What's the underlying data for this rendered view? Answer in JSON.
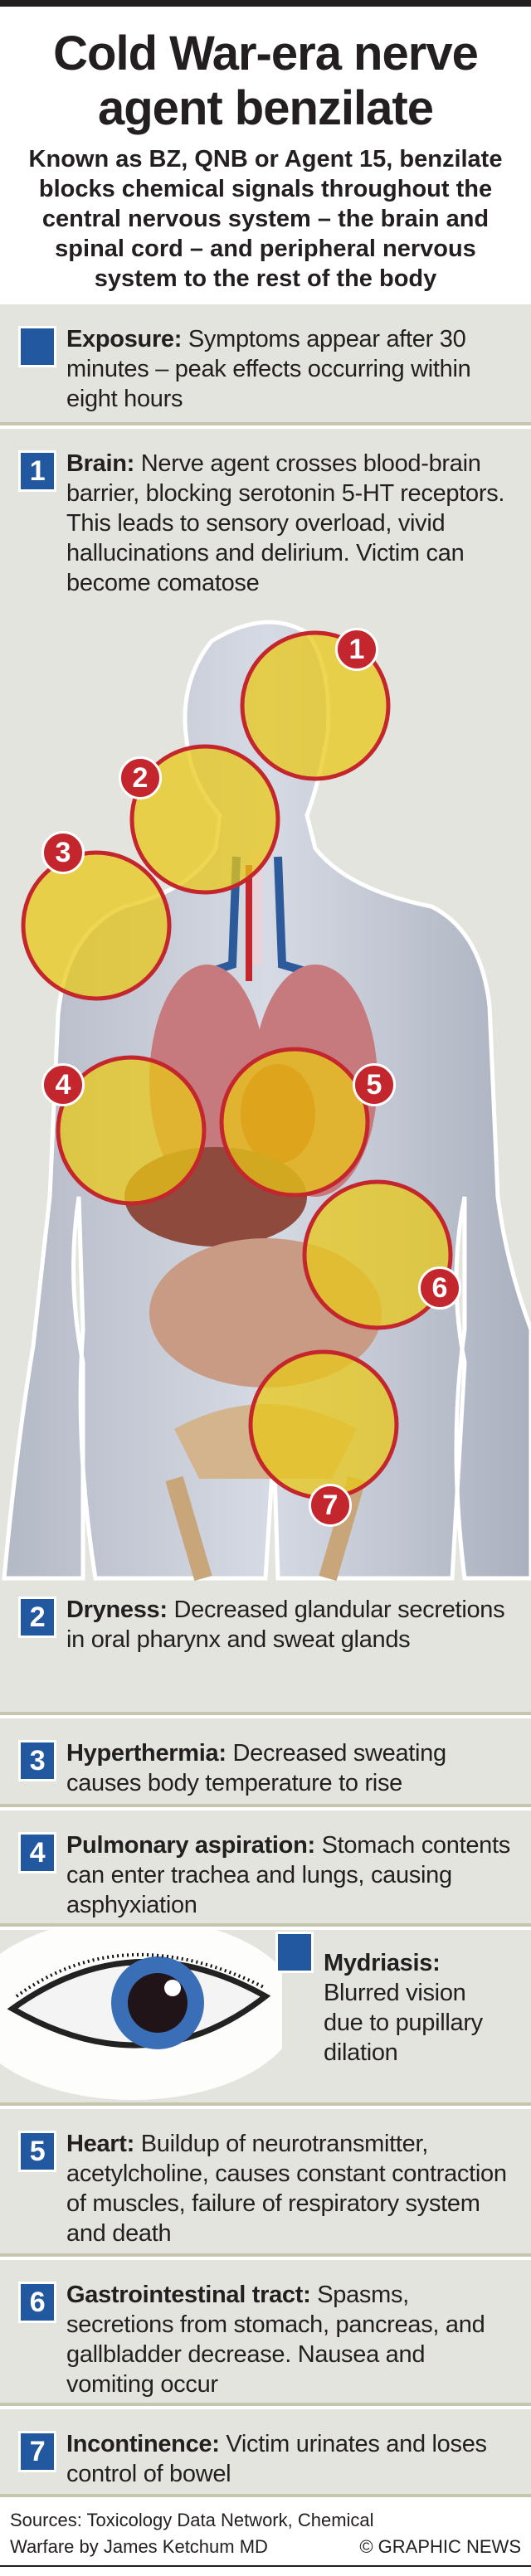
{
  "header": {
    "title": "Cold War-era nerve agent benzilate",
    "subtitle": "Known as BZ, QNB or Agent 15, benzilate blocks chemical signals throughout the central nervous system – the brain and spinal cord – and peripheral nervous system to the rest of the body"
  },
  "exposure": {
    "label": "Exposure:",
    "text": " Symptoms appear after 30 minutes – peak effects occurring within eight hours"
  },
  "items": [
    {
      "num": "1",
      "label": "Brain:",
      "text": " Nerve agent crosses blood-brain barrier, blocking serotonin 5-HT receptors. This leads to sensory overload, vivid hallucinations and delirium. Victim can become comatose"
    },
    {
      "num": "2",
      "label": "Dryness:",
      "text": " Decreased glandular secretions in oral pharynx and sweat glands"
    },
    {
      "num": "3",
      "label": "Hyperthermia:",
      "text": " Decreased sweating causes body temperature to rise"
    },
    {
      "num": "4",
      "label": "Pulmonary aspiration:",
      "text": " Stomach contents can enter trachea and lungs, causing asphyxiation"
    },
    {
      "num": "5",
      "label": "Heart:",
      "text": " Buildup of neurotransmitter, acetylcholine, causes constant contraction of muscles, failure of respiratory system and death"
    },
    {
      "num": "6",
      "label": "Gastrointestinal tract:",
      "text": " Spasms, secretions from stomach, pancreas, and gallbladder decrease. Nausea and vomiting occur"
    },
    {
      "num": "7",
      "label": "Incontinence:",
      "text": " Victim urinates and loses control of bowel"
    }
  ],
  "mydriasis": {
    "label": "Mydriasis:",
    "text": "Blurred vision due to pupillary dilation"
  },
  "markers": [
    "1",
    "2",
    "3",
    "4",
    "5",
    "6",
    "7"
  ],
  "footer": {
    "sources": "Sources: Toxicology Data Network, Chemical Warfare by James Ketchum MD",
    "credit": "© GRAPHIC NEWS"
  },
  "colors": {
    "accent_blue": "#2158a0",
    "marker_red": "#c4262e",
    "panel": "#e4e4de",
    "highlight_yellow": "#e8c818"
  }
}
